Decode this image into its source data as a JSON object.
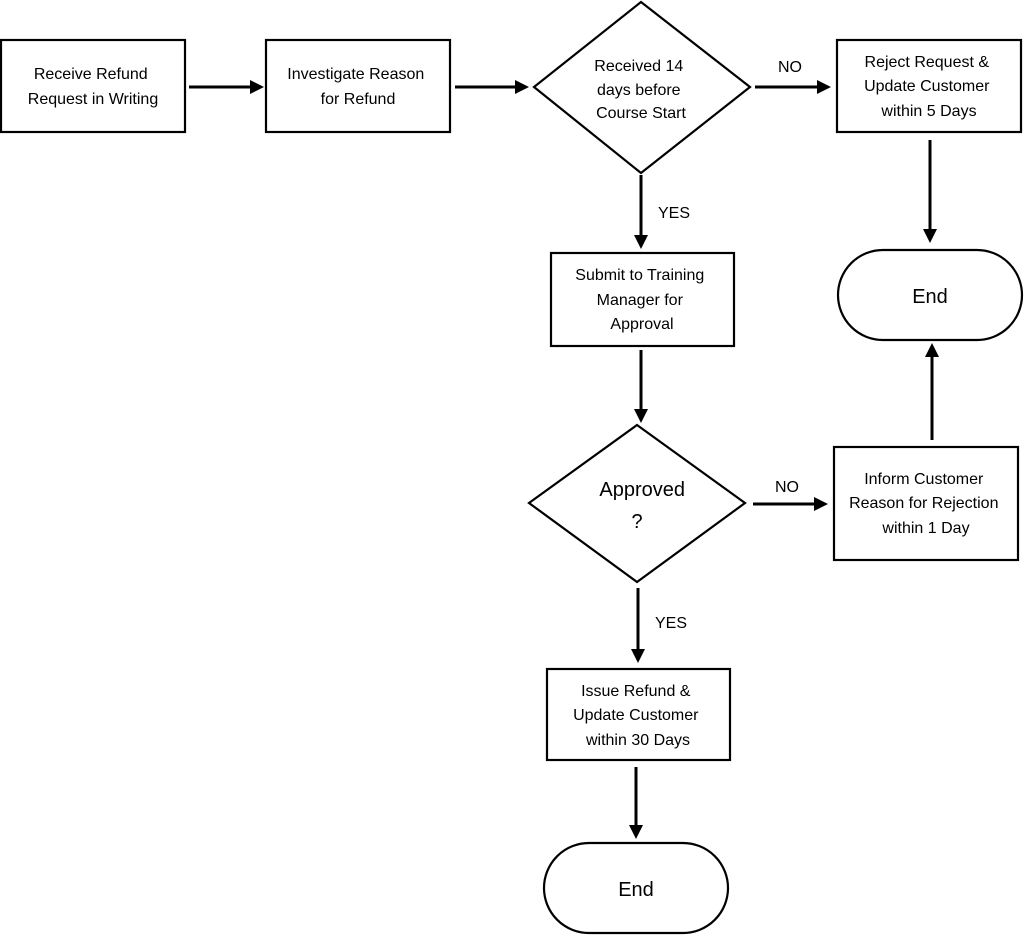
{
  "nodes": {
    "receive_request": {
      "lines": [
        "Receive Refund",
        "Request in Writing"
      ]
    },
    "investigate_reason": {
      "lines": [
        "Investigate Reason",
        "for Refund"
      ]
    },
    "received_14_days": {
      "lines": [
        "Received 14",
        "days before",
        "Course Start"
      ]
    },
    "reject_request": {
      "lines": [
        "Reject Request &",
        "Update Customer",
        "within 5 Days"
      ]
    },
    "end_top": {
      "lines": [
        "End"
      ]
    },
    "submit_training_manager": {
      "lines": [
        "Submit to Training",
        "Manager for",
        "Approval"
      ]
    },
    "approved": {
      "lines": [
        "Approved",
        "?"
      ]
    },
    "inform_customer": {
      "lines": [
        "Inform Customer",
        "Reason for Rejection",
        "within 1 Day"
      ]
    },
    "issue_refund": {
      "lines": [
        "Issue Refund &",
        "Update Customer",
        "within 30 Days"
      ]
    },
    "end_bottom": {
      "lines": [
        "End"
      ]
    }
  },
  "edge_labels": {
    "received_no": "NO",
    "received_yes": "YES",
    "approved_no": "NO",
    "approved_yes": "YES"
  }
}
